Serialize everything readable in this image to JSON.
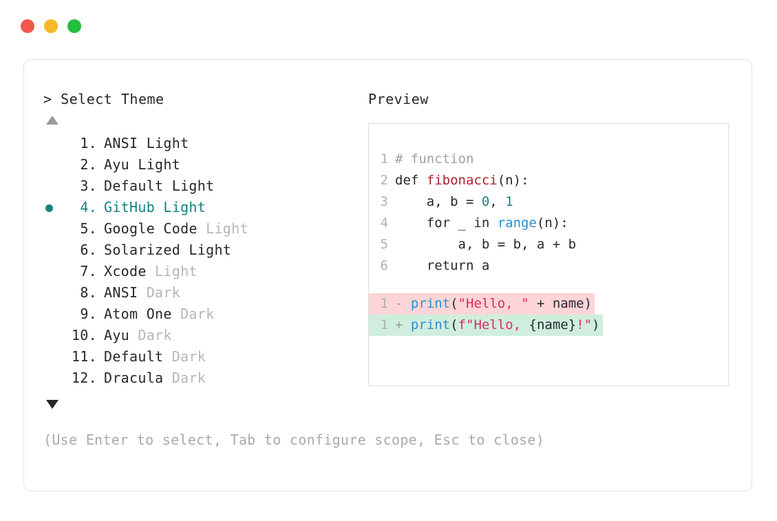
{
  "window": {
    "buttons": [
      {
        "name": "close",
        "color": "#f5564f"
      },
      {
        "name": "minimize",
        "color": "#f6b824"
      },
      {
        "name": "maximize",
        "color": "#21bf3d"
      }
    ]
  },
  "selector": {
    "prompt": "> Select Theme",
    "scroll_up_indicator": "▲",
    "scroll_down_indicator": "▼",
    "selected_index": 4,
    "selected_color": "#17817f",
    "dim_color": "#b6b6b6",
    "items": [
      {
        "index": "1.",
        "name": "ANSI",
        "variant": " Light",
        "variant_dim": false,
        "selected": false
      },
      {
        "index": "2.",
        "name": "Ayu",
        "variant": " Light",
        "variant_dim": false,
        "selected": false
      },
      {
        "index": "3.",
        "name": "Default",
        "variant": " Light",
        "variant_dim": false,
        "selected": false
      },
      {
        "index": "4.",
        "name": "GitHub",
        "variant": " Light",
        "variant_dim": false,
        "selected": true
      },
      {
        "index": "5.",
        "name": "Google Code",
        "variant": " Light",
        "variant_dim": true,
        "selected": false
      },
      {
        "index": "6.",
        "name": "Solarized",
        "variant": " Light",
        "variant_dim": false,
        "selected": false
      },
      {
        "index": "7.",
        "name": "Xcode",
        "variant": " Light",
        "variant_dim": true,
        "selected": false
      },
      {
        "index": "8.",
        "name": "ANSI",
        "variant": " Dark",
        "variant_dim": true,
        "selected": false
      },
      {
        "index": "9.",
        "name": "Atom One",
        "variant": " Dark",
        "variant_dim": true,
        "selected": false
      },
      {
        "index": "10.",
        "name": "Ayu",
        "variant": " Dark",
        "variant_dim": true,
        "selected": false
      },
      {
        "index": "11.",
        "name": "Default",
        "variant": " Dark",
        "variant_dim": true,
        "selected": false
      },
      {
        "index": "12.",
        "name": "Dracula",
        "variant": " Dark",
        "variant_dim": true,
        "selected": false
      }
    ],
    "hint": "(Use Enter to select, Tab to configure scope, Esc to close)"
  },
  "preview": {
    "label": "Preview",
    "code_lines": [
      {
        "ln": "1",
        "tokens": [
          {
            "t": "# function",
            "c": "comment"
          }
        ]
      },
      {
        "ln": "2",
        "tokens": [
          {
            "t": "def ",
            "c": "kw"
          },
          {
            "t": "fibonacci",
            "c": "fn"
          },
          {
            "t": "(n):",
            "c": "plain"
          }
        ]
      },
      {
        "ln": "3",
        "tokens": [
          {
            "t": "    a, b = ",
            "c": "plain"
          },
          {
            "t": "0",
            "c": "num"
          },
          {
            "t": ", ",
            "c": "plain"
          },
          {
            "t": "1",
            "c": "num"
          }
        ]
      },
      {
        "ln": "4",
        "tokens": [
          {
            "t": "    for _ in ",
            "c": "plain"
          },
          {
            "t": "range",
            "c": "builtin"
          },
          {
            "t": "(n):",
            "c": "plain"
          }
        ]
      },
      {
        "ln": "5",
        "tokens": [
          {
            "t": "        a, b = b, a + b",
            "c": "plain"
          }
        ]
      },
      {
        "ln": "6",
        "tokens": [
          {
            "t": "    return a",
            "c": "plain"
          }
        ]
      }
    ],
    "diff_lines": [
      {
        "ln": "1",
        "mark": "-",
        "kind": "del",
        "bg": "#fbd5d8",
        "tokens": [
          {
            "t": "print",
            "c": "builtin"
          },
          {
            "t": "(",
            "c": "plain"
          },
          {
            "t": "\"Hello, \"",
            "c": "str"
          },
          {
            "t": " + name)",
            "c": "plain"
          }
        ]
      },
      {
        "ln": "1",
        "mark": "+",
        "kind": "add",
        "bg": "#cfeedd",
        "tokens": [
          {
            "t": "print",
            "c": "builtin"
          },
          {
            "t": "(",
            "c": "plain"
          },
          {
            "t": "f\"Hello, ",
            "c": "str"
          },
          {
            "t": "{name}",
            "c": "plain"
          },
          {
            "t": "!\"",
            "c": "str"
          },
          {
            "t": ")",
            "c": "plain"
          }
        ]
      }
    ]
  }
}
